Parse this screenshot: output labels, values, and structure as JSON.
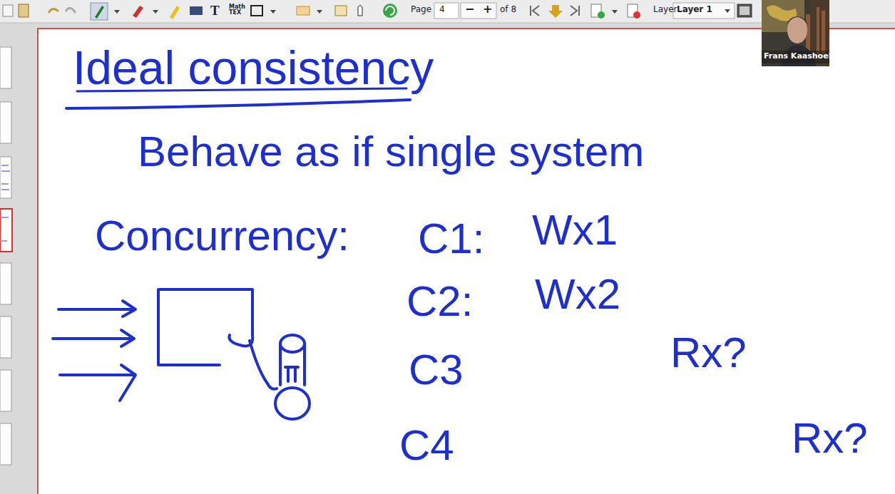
{
  "diagram": {
    "title": "Ideal consistency",
    "labels": [
      "T",
      "Math TEX",
      "Page",
      "4",
      "−",
      "+",
      "of 8",
      "Layer",
      "Layer 1",
      "Frans Kaashoek",
      "Behave as if single system",
      "Concurrency:",
      "C1:",
      "Wx1",
      "C2:",
      "Wx2",
      "C3",
      "C4",
      "Rx?",
      "Rx?"
    ]
  }
}
